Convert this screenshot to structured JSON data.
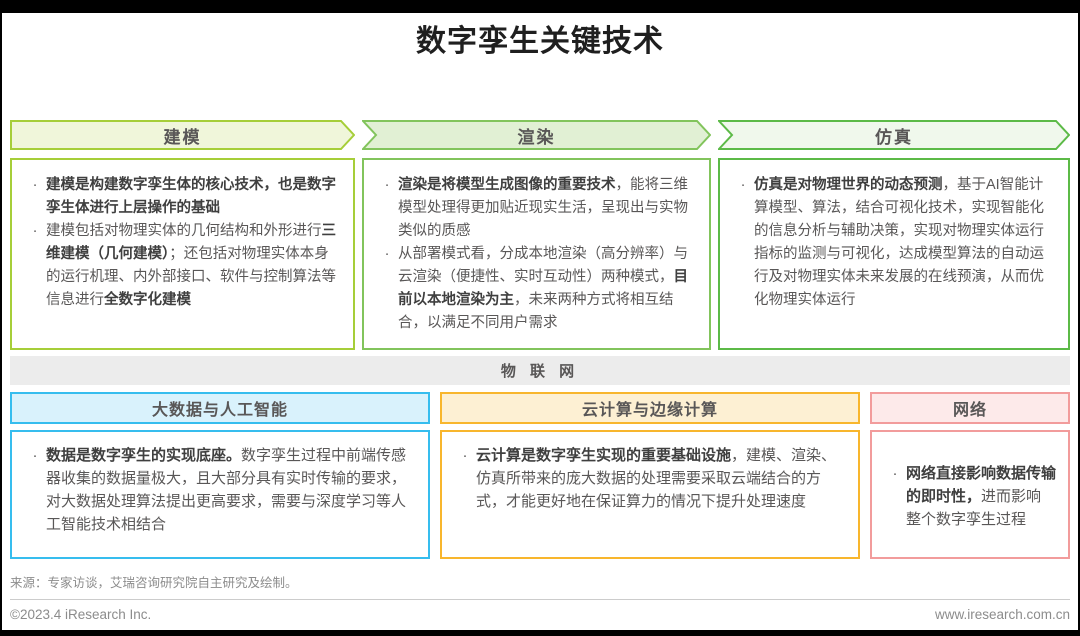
{
  "page": {
    "title": "数字孪生关键技术",
    "iot_band_label": "物 联 网",
    "source_note": "来源：专家访谈，艾瑞咨询研究院自主研究及绘制。",
    "footer_left": "©2023.4 iResearch Inc.",
    "footer_right": "www.iresearch.com.cn"
  },
  "theme": {
    "title_color": "#1f1f1f",
    "header_text": "#595757",
    "body_text": "#595757",
    "bold_text": "#3f3f3f",
    "muted_text": "#8c8c8c",
    "divider_color": "#cccccc",
    "iot_bg": "#ececec",
    "modeling_accent": "#a6ce39",
    "modeling_fill": "#f0f6da",
    "rendering_accent": "#82c45c",
    "rendering_fill": "#e1f0d4",
    "simulation_accent": "#5cba47",
    "simulation_fill": "#f0f8ec",
    "bigdata_accent": "#36bdee",
    "bigdata_fill": "#d9f2fc",
    "cloud_accent": "#f8b62d",
    "cloud_fill": "#fdf0d3",
    "network_accent": "#f29c9c",
    "network_fill": "#fdeaea"
  },
  "top_sections": [
    {
      "header": "建模",
      "bullets": [
        [
          {
            "text": "建模是构建数字孪生体的核心技术，也是数字孪生体进行上层操作的基础",
            "bold": true
          }
        ],
        [
          {
            "text": "建模包括对物理实体的几何结构和外形进行",
            "bold": false
          },
          {
            "text": "三维建模（几何建模）",
            "bold": true
          },
          {
            "text": "；还包括对物理实体本身的运行机理、内外部接口、软件与控制算法等信息进行",
            "bold": false
          },
          {
            "text": "全数字化建模",
            "bold": true
          }
        ]
      ]
    },
    {
      "header": "渲染",
      "bullets": [
        [
          {
            "text": "渲染是将模型生成图像的重要技术",
            "bold": true
          },
          {
            "text": "，能将三维模型处理得更加贴近现实生活，呈现出与实物类似的质感",
            "bold": false
          }
        ],
        [
          {
            "text": "从部署模式看，分成本地渲染（高分辨率）与云渲染（便捷性、实时互动性）两种模式，",
            "bold": false
          },
          {
            "text": "目前以本地渲染为主",
            "bold": true
          },
          {
            "text": "，未来两种方式将相互结合，以满足不同用户需求",
            "bold": false
          }
        ]
      ]
    },
    {
      "header": "仿真",
      "bullets": [
        [
          {
            "text": "仿真是对物理世界的动态预测",
            "bold": true
          },
          {
            "text": "，基于AI智能计算模型、算法，结合可视化技术，实现智能化的信息分析与辅助决策，实现对物理实体运行指标的监测与可视化，达成模型算法的自动运行及对物理实体未来发展的在线预演，从而优化物理实体运行",
            "bold": false
          }
        ]
      ]
    }
  ],
  "bottom_sections": [
    {
      "header": "大数据与人工智能",
      "bullets": [
        [
          {
            "text": "数据是数字孪生的实现底座。",
            "bold": true
          },
          {
            "text": "数字孪生过程中前端传感器收集的数据量极大，且大部分具有实时传输的要求，对大数据处理算法提出更高要求，需要与深度学习等人工智能技术相结合",
            "bold": false
          }
        ]
      ]
    },
    {
      "header": "云计算与边缘计算",
      "bullets": [
        [
          {
            "text": "云计算是数字孪生实现的重要基础设施",
            "bold": true
          },
          {
            "text": "，建模、渲染、仿真所带来的庞大数据的处理需要采取云端结合的方式，才能更好地在保证算力的情况下提升处理速度",
            "bold": false
          }
        ]
      ]
    },
    {
      "header": "网络",
      "bullets": [
        [
          {
            "text": "网络直接影响数据传输的即时性，",
            "bold": true
          },
          {
            "text": "进而影响整个数字孪生过程",
            "bold": false
          }
        ]
      ]
    }
  ]
}
